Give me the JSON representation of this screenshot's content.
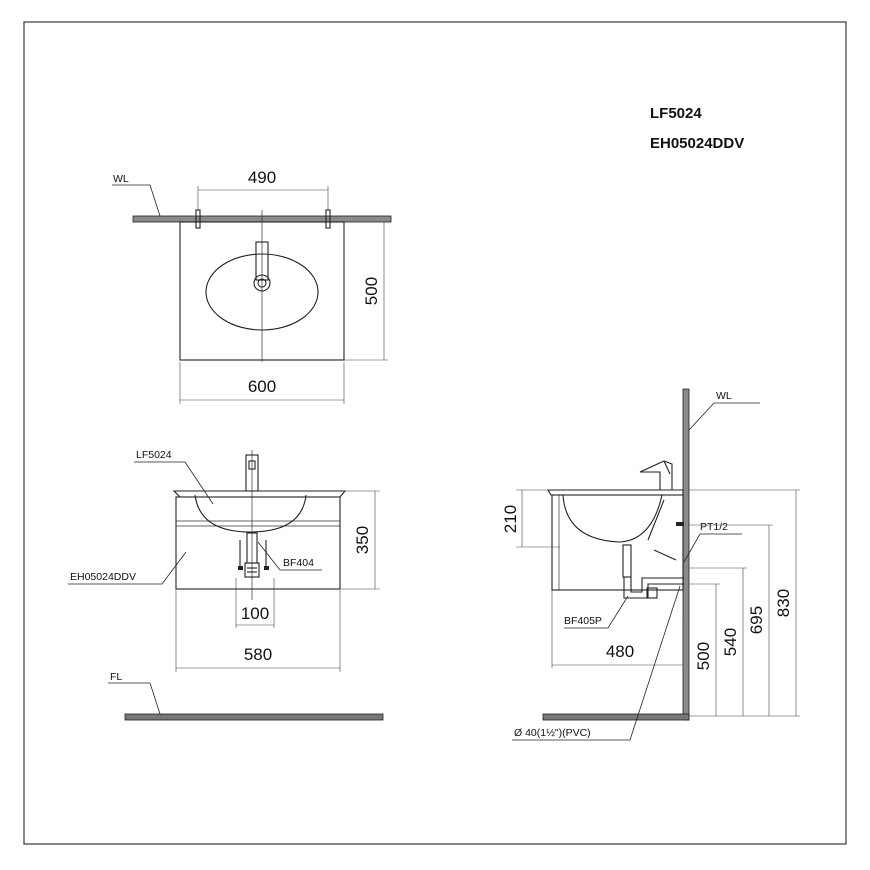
{
  "titles": {
    "model_line1": "LF5024",
    "model_line2": "EH05024DDV"
  },
  "top_view": {
    "wall_label": "WL",
    "dim_hole_spacing": "490",
    "dim_depth": "500",
    "dim_width": "600"
  },
  "front_view": {
    "basin_label": "LF5024",
    "cabinet_label": "EH05024DDV",
    "trap_label": "BF404",
    "dim_height": "350",
    "dim_drain_offset": "100",
    "dim_cabinet_width": "580",
    "floor_label": "FL"
  },
  "side_view": {
    "wall_label": "WL",
    "supply_label": "PT1/2",
    "trap_label": "BF405P",
    "drain_label": "Ø  40(1½\")(PVC)",
    "dim_basin_height": "210",
    "dim_depth": "480",
    "dim_500": "500",
    "dim_540": "540",
    "dim_695": "695",
    "dim_830": "830"
  }
}
